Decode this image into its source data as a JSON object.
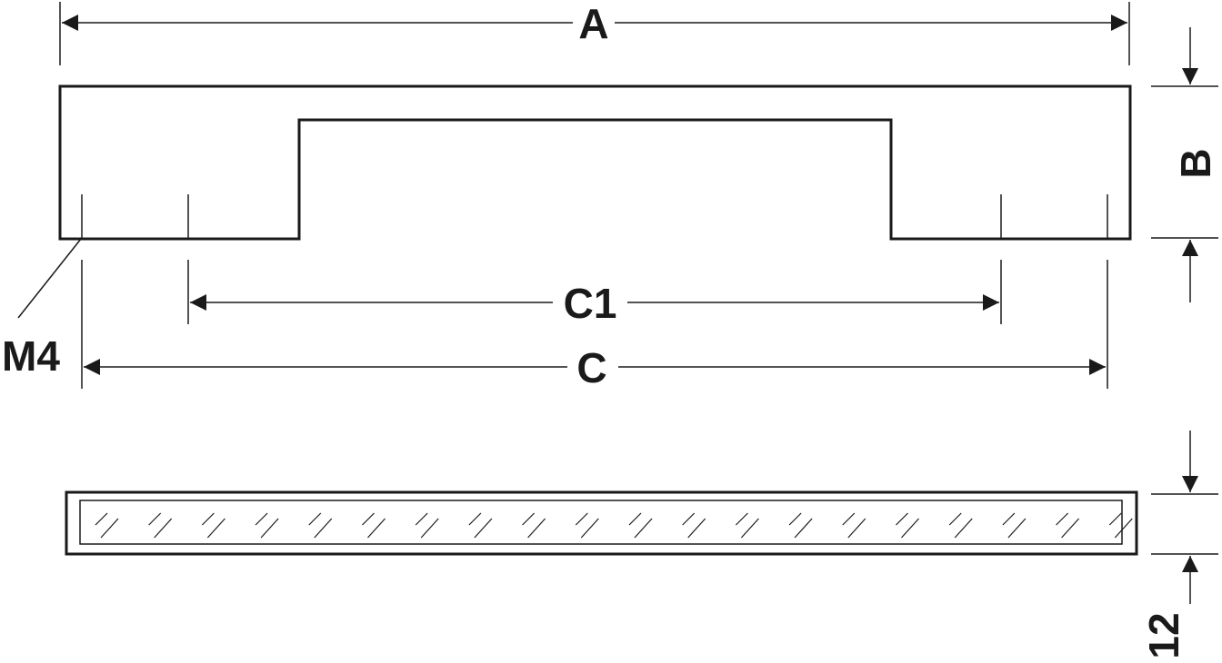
{
  "labels": {
    "a": "A",
    "b": "B",
    "c1": "C1",
    "c": "C",
    "m4": "M4",
    "thickness": "12"
  },
  "colors": {
    "line": "#1a1a1a",
    "background": "#ffffff"
  }
}
